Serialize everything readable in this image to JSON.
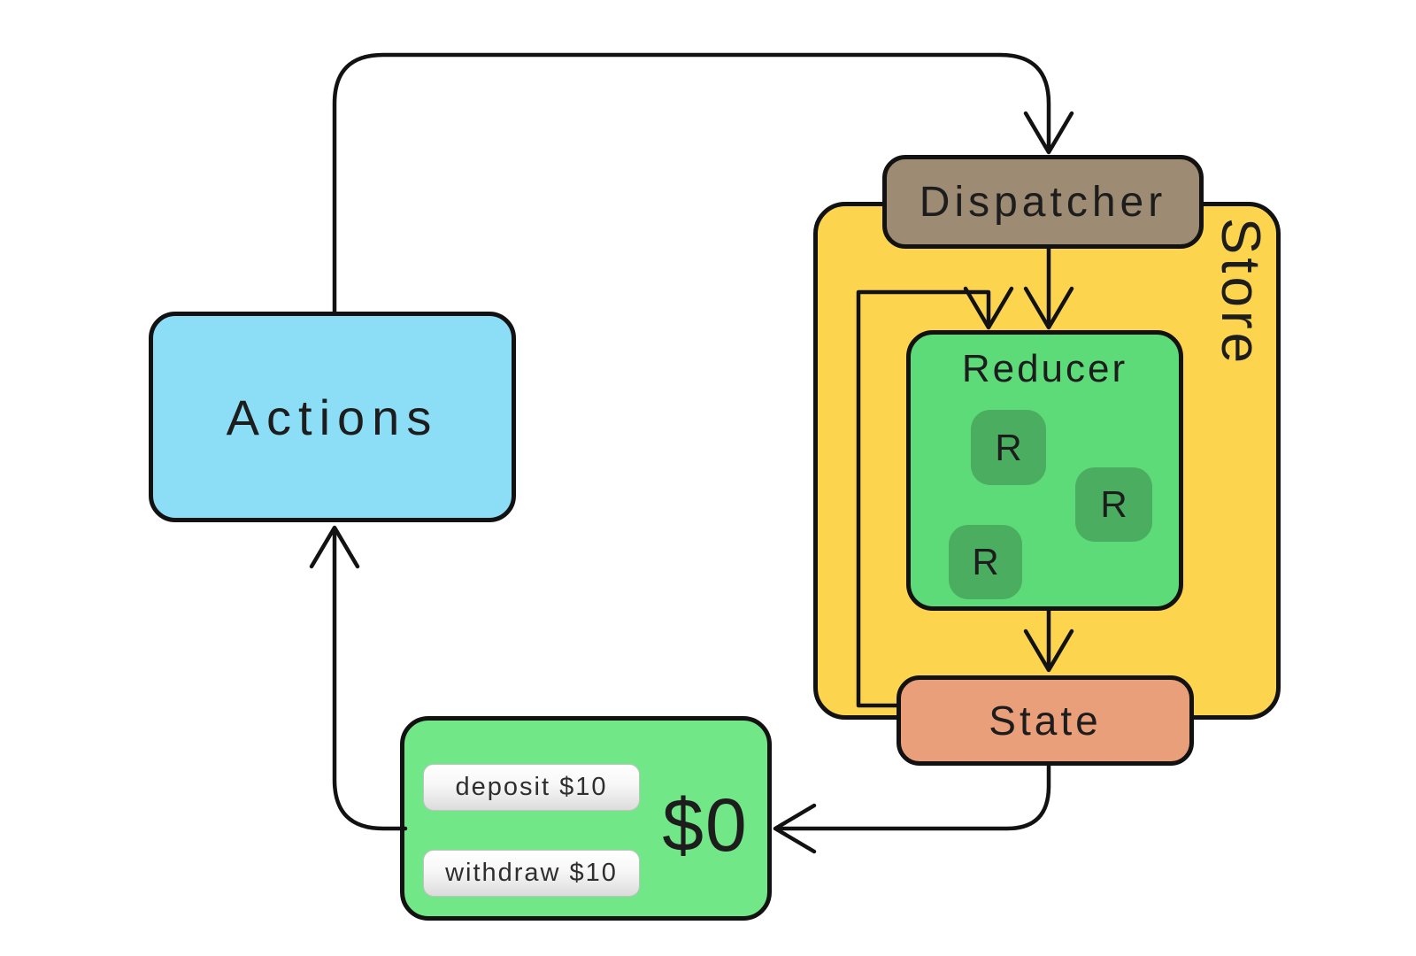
{
  "nodes": {
    "actions": {
      "label": "Actions"
    },
    "dispatcher": {
      "label": "Dispatcher"
    },
    "store": {
      "label": "Store"
    },
    "reducer": {
      "label": "Reducer",
      "badges": [
        "R",
        "R",
        "R"
      ]
    },
    "state": {
      "label": "State"
    },
    "ui": {
      "balance": "$0",
      "buttons": [
        {
          "label": "deposit $10"
        },
        {
          "label": "withdraw $10"
        }
      ]
    }
  },
  "edges": [
    {
      "from": "actions",
      "to": "dispatcher"
    },
    {
      "from": "dispatcher",
      "to": "reducer"
    },
    {
      "from": "state",
      "to": "reducer"
    },
    {
      "from": "reducer",
      "to": "state"
    },
    {
      "from": "state",
      "to": "ui"
    },
    {
      "from": "ui",
      "to": "actions"
    }
  ],
  "colors": {
    "actions_fill": "#8cdef6",
    "store_fill": "#fdd44e",
    "dispatcher_fill": "#9d8b73",
    "reducer_fill": "#5cdb78",
    "badge_fill": "#4aad5f",
    "state_fill": "#ea9f7b",
    "ui_fill": "#72e787",
    "line": "#121212",
    "text": "#1d1d1d"
  }
}
